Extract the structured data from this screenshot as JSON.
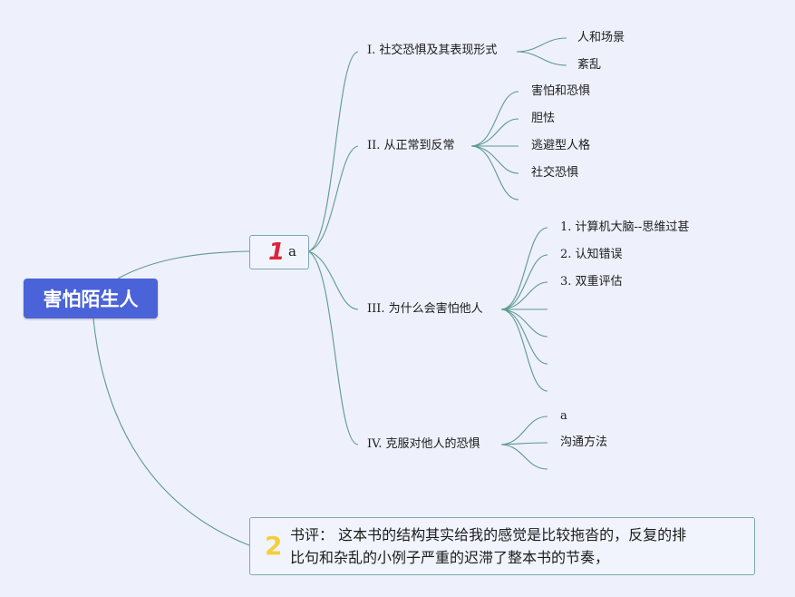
{
  "root": {
    "label": "害怕陌生人"
  },
  "topic1": {
    "badge": "1",
    "label": "a",
    "badge_color": "#d9253a"
  },
  "topic2": {
    "badge": "2",
    "badge_color": "#f2cf3c",
    "lines": [
      "书评： 这本书的结构其实给我的感觉是比较拖沓的，反复的排",
      "比句和杂乱的小例子严重的迟滞了整本书的节奏，"
    ]
  },
  "sections": [
    {
      "label": "I. 社交恐惧及其表现形式",
      "children": [
        "人和场景",
        "紊乱"
      ]
    },
    {
      "label": "II. 从正常到反常",
      "children": [
        "害怕和恐惧",
        "胆怯",
        "逃避型人格",
        "社交恐惧",
        ""
      ]
    },
    {
      "label": "III. 为什么会害怕他人",
      "children": [
        "1. 计算机大脑--思维过甚",
        "2. 认知错误",
        "3. 双重评估",
        "",
        "",
        "",
        ""
      ]
    },
    {
      "label": "IV. 克服对他人的恐惧",
      "children": [
        "a",
        "沟通方法",
        ""
      ]
    }
  ],
  "colors": {
    "background": "#eef0fb",
    "root": "#4a63d8",
    "edge": "#5d9a8e",
    "box_border": "#7fa6b4"
  }
}
